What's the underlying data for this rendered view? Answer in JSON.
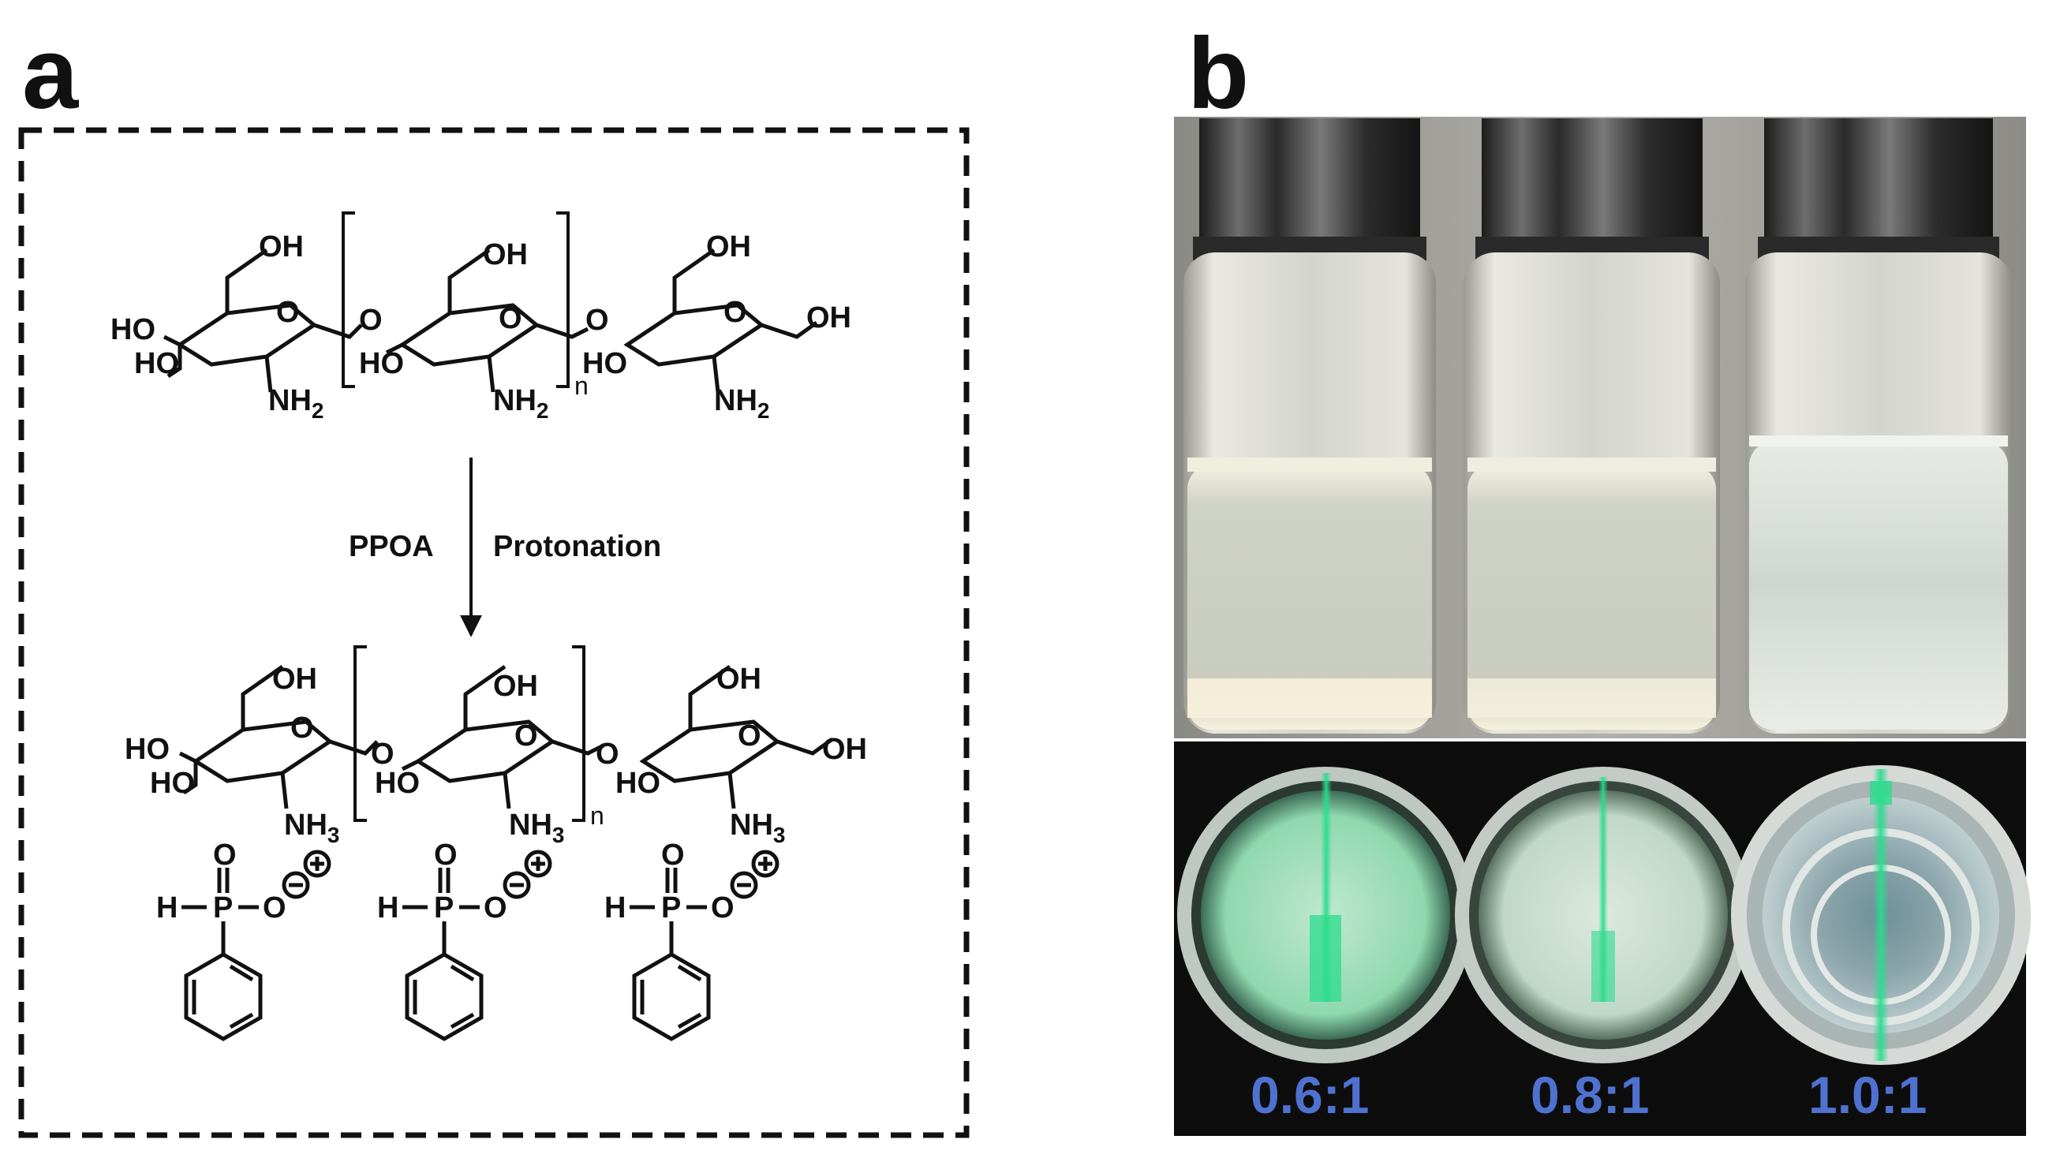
{
  "panel_a": {
    "letter": "a",
    "reactant": {
      "oh": "OH",
      "ho": "HO",
      "o": "O",
      "nh2": "NH",
      "sub2": "2",
      "n": "n"
    },
    "reaction": {
      "reagent": "PPOA",
      "process": "Protonation"
    },
    "product": {
      "oh": "OH",
      "ho": "HO",
      "o": "O",
      "nh3": "NH",
      "sub3": "3",
      "n": "n",
      "h": "H",
      "p": "P",
      "minus": "−",
      "plus": "+"
    }
  },
  "panel_b": {
    "letter": "b",
    "ratios": [
      "0.6:1",
      "0.8:1",
      "1.0:1"
    ],
    "colors": {
      "laser": "#2bdc8c",
      "ratio_text": "#4f72d0",
      "background_dark": "#0d0d0d",
      "cap": "#3a3a3a"
    }
  }
}
